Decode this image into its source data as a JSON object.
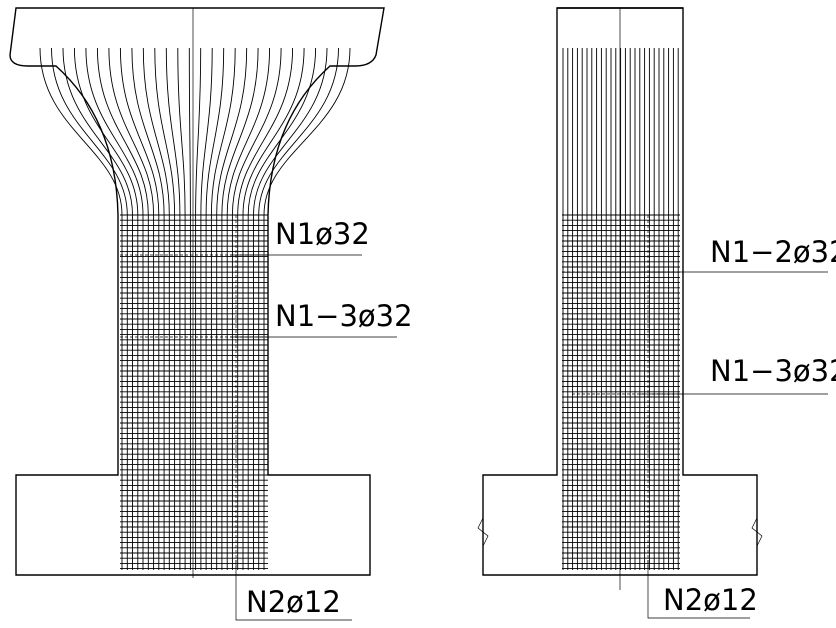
{
  "labels": {
    "left_n1_top": "N1ø32",
    "left_n1_mid": "N1−3ø32",
    "left_n2": "N2ø12",
    "right_n1_top": "N1−2ø32",
    "right_n1_mid": "N1−3ø32",
    "right_n2": "N2ø12"
  }
}
